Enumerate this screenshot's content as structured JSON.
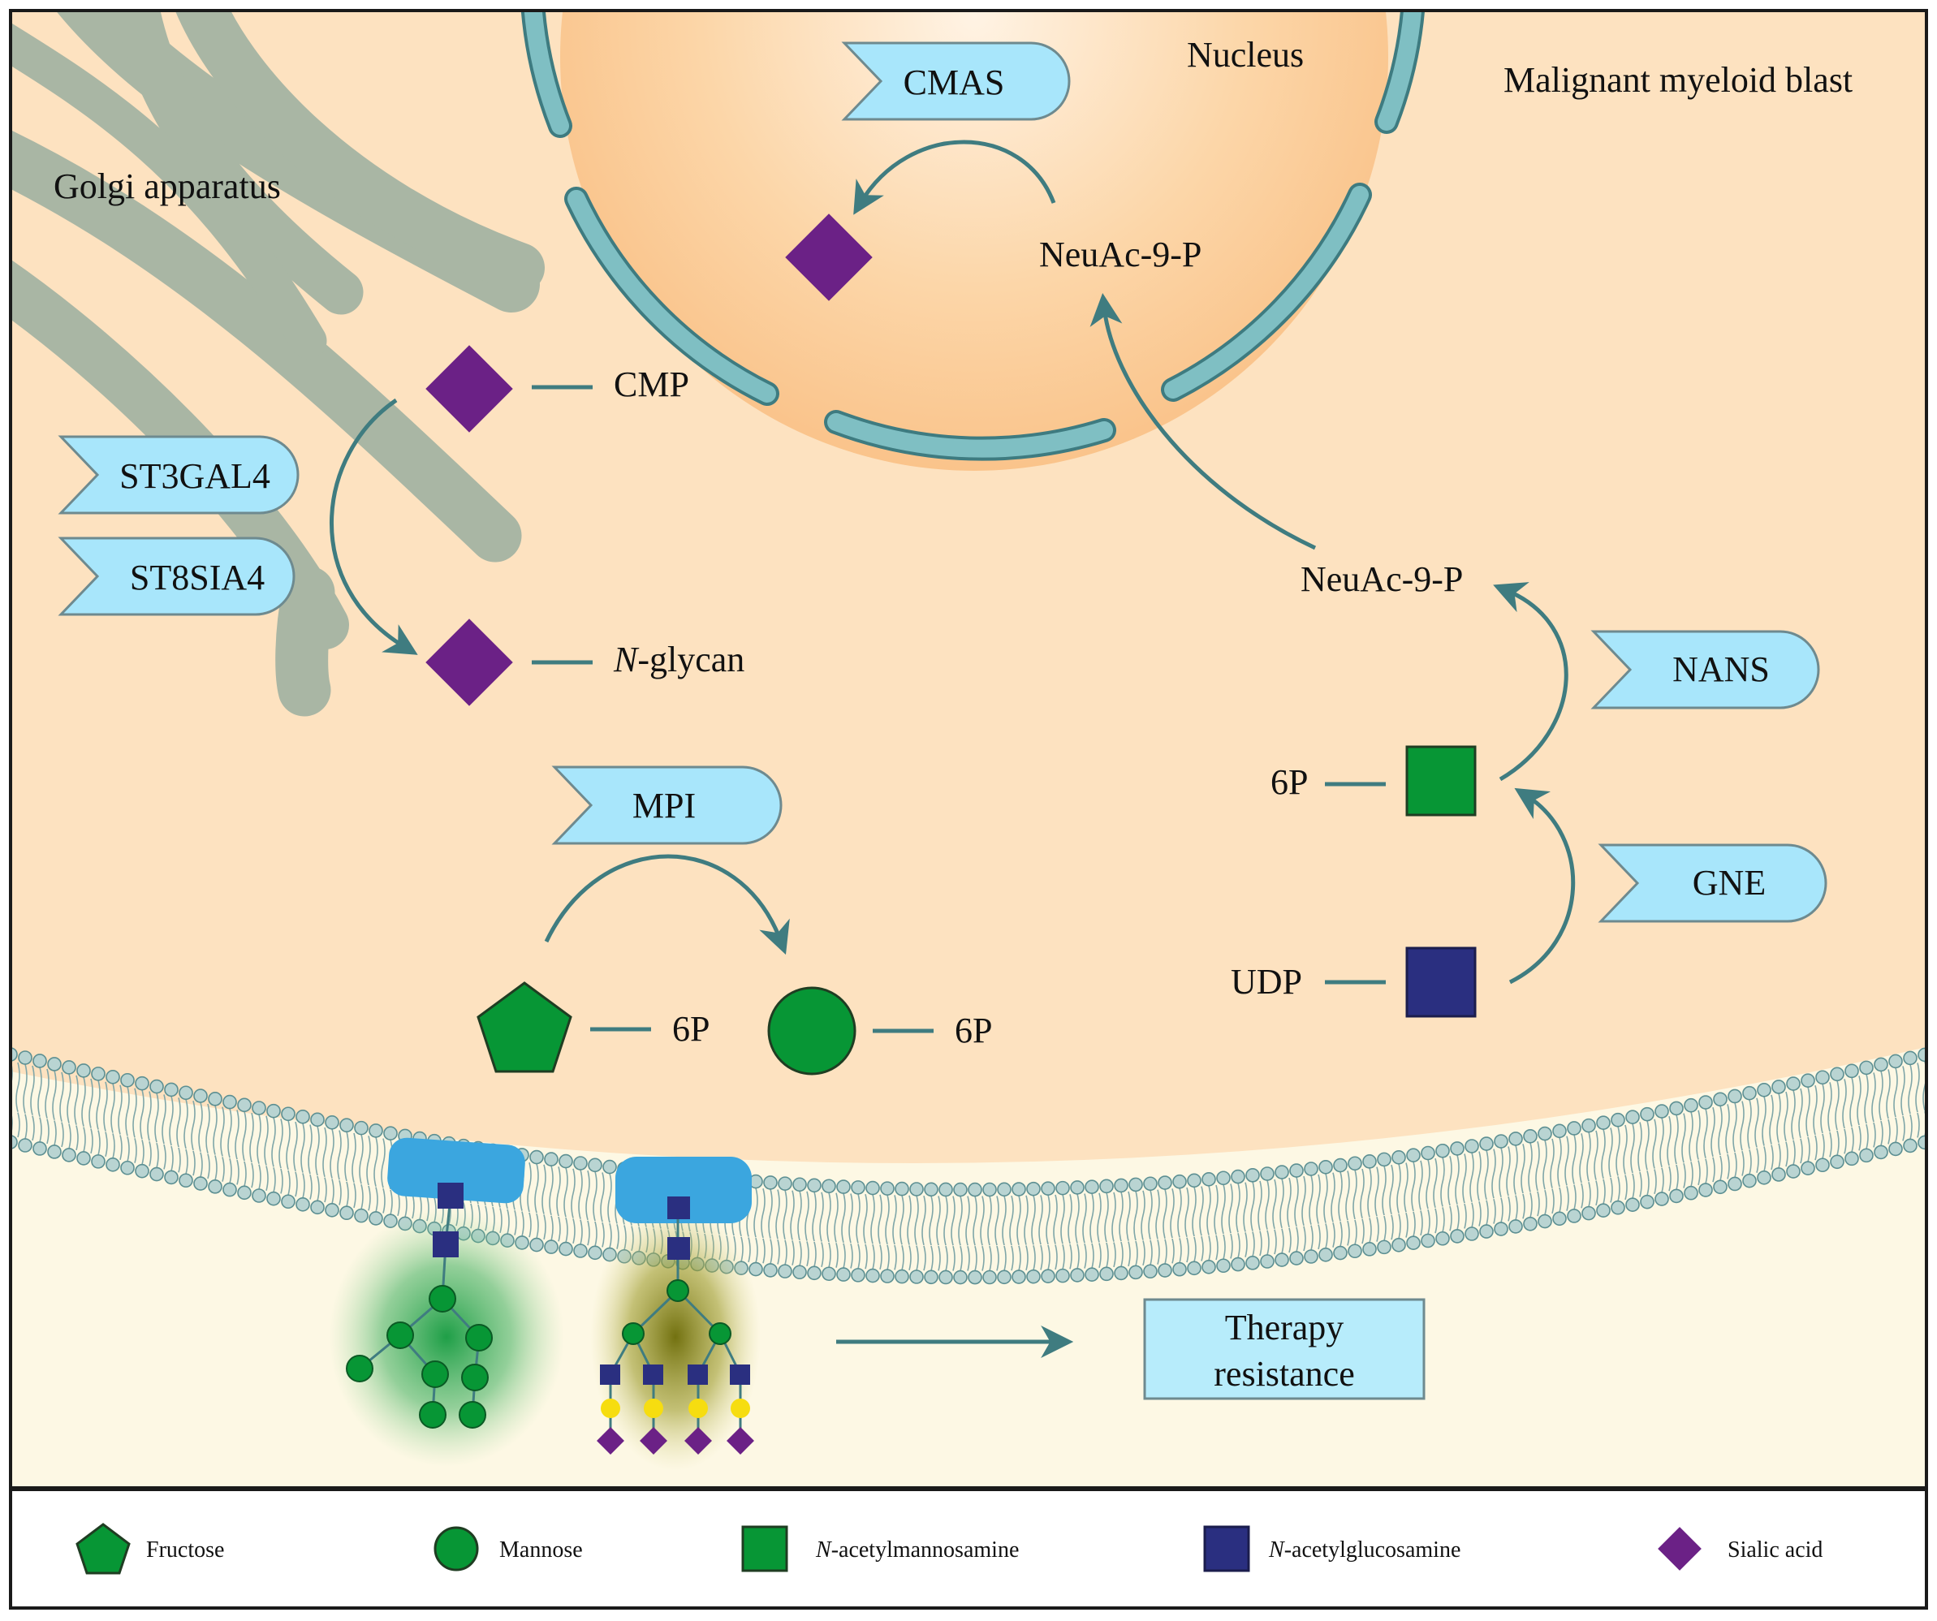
{
  "labels": {
    "nucleus": "Nucleus",
    "cell": "Malignant myeloid blast",
    "golgi": "Golgi apparatus",
    "neuac_upper": "NeuAc-9-P",
    "neuac_lower": "NeuAc-9-P",
    "cmp": "CMP",
    "nglycan_prefix": "N",
    "nglycan_suffix": "-glycan",
    "p6_upper": "6P",
    "udp": "UDP",
    "p6_fructose": "6P",
    "p6_mannose": "6P",
    "therapy_line1": "Therapy",
    "therapy_line2": "resistance"
  },
  "enzymes": {
    "cmas": "CMAS",
    "st3gal4": "ST3GAL4",
    "st8sia4": "ST8SIA4",
    "mpi": "MPI",
    "nans": "NANS",
    "gne": "GNE"
  },
  "legend": {
    "fructose": "Fructose",
    "mannose": "Mannose",
    "manNAc_prefix": "N",
    "manNAc_suffix": "-acetylmannosamine",
    "glcNAc_prefix": "N",
    "glcNAc_suffix": "-acetylglucosamine",
    "sialic": "Sialic acid"
  },
  "colors": {
    "cytoplasm": "#fde2c0",
    "extracellular": "#fdf8e4",
    "nucleus": "#fbc98e",
    "nuclear_envelope": "#7fbfc3",
    "golgi": "#a9b6a4",
    "enzyme": "#a8e6fb",
    "arrow": "#3f7c80",
    "fructose": "#079635",
    "mannose": "#079635",
    "manNAc": "#079635",
    "glcNAc": "#2a2f80",
    "sialic": "#6b2186",
    "galactose": "#f6dd10",
    "membrane_protein": "#3ba6df",
    "therapy_box": "#b7ecfb"
  },
  "icons": [
    "fructose-pentagon-icon",
    "mannose-circle-icon",
    "manNAc-green-square-icon",
    "glcNAc-blue-square-icon",
    "sialic-acid-diamond-icon"
  ]
}
